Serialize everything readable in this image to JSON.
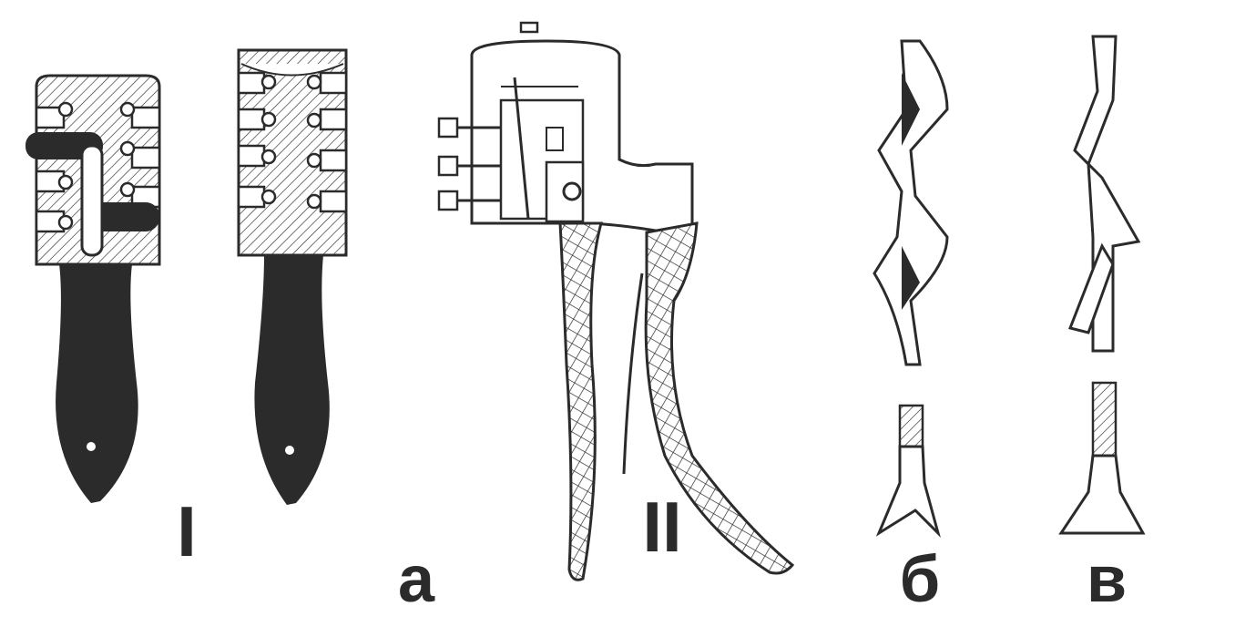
{
  "labels": {
    "tool_one": "I",
    "tool_two": "II",
    "a": "а",
    "b": "б",
    "v": "в"
  },
  "colors": {
    "ink": "#2b2b2b",
    "paper": "#ffffff"
  }
}
